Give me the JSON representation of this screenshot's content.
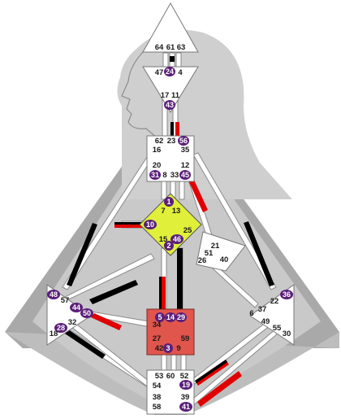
{
  "colors": {
    "head_shape": "#bdbdbd",
    "silhouette": "#cfcfcf",
    "body_triangle": "#a9a9a9",
    "channel_fill": "#ffffff",
    "channel_stroke": "#8a8a8a",
    "undefined_center": "#ffffff",
    "g_center": "#dfef3a",
    "sacral": "#e0554c",
    "conscious": "#000000",
    "unconscious": "#e00000",
    "highlight": "#5b1f7a"
  },
  "centers": [
    {
      "name": "head",
      "defined": false
    },
    {
      "name": "ajna",
      "defined": false
    },
    {
      "name": "throat",
      "defined": false
    },
    {
      "name": "g",
      "defined": true
    },
    {
      "name": "heart",
      "defined": false
    },
    {
      "name": "spleen",
      "defined": false
    },
    {
      "name": "sacral",
      "defined": true
    },
    {
      "name": "solar-plexus",
      "defined": false
    },
    {
      "name": "root",
      "defined": false
    }
  ],
  "gates": {
    "g64": "64",
    "g61": "61",
    "g63": "63",
    "g47": "47",
    "g24": "24",
    "g4": "4",
    "g17": "17",
    "g11": "11",
    "g43": "43",
    "g62": "62",
    "g23": "23",
    "g56": "56",
    "g16": "16",
    "g35": "35",
    "g20": "20",
    "g12": "12",
    "g31": "31",
    "g8": "8",
    "g33": "33",
    "g45": "45",
    "g1": "1",
    "g7": "7",
    "g13": "13",
    "g10": "10",
    "g15": "15",
    "g46": "46",
    "g25": "25",
    "g2": "2",
    "g21": "21",
    "g51": "51",
    "g26": "26",
    "g40": "40",
    "g48": "48",
    "g57": "57",
    "g44": "44",
    "g50": "50",
    "g32": "32",
    "g28": "28",
    "g18": "18",
    "g36": "36",
    "g22": "22",
    "g37": "37",
    "g6": "6",
    "g49": "49",
    "g55": "55",
    "g30": "30",
    "g5": "5",
    "g14": "14",
    "g29": "29",
    "g34": "34",
    "g27": "27",
    "g59": "59",
    "g42": "42",
    "g3": "3",
    "g9": "9",
    "g53": "53",
    "g60": "60",
    "g52": "52",
    "g54": "54",
    "g19": "19",
    "g38": "38",
    "g39": "39",
    "g58": "58",
    "g41": "41"
  }
}
